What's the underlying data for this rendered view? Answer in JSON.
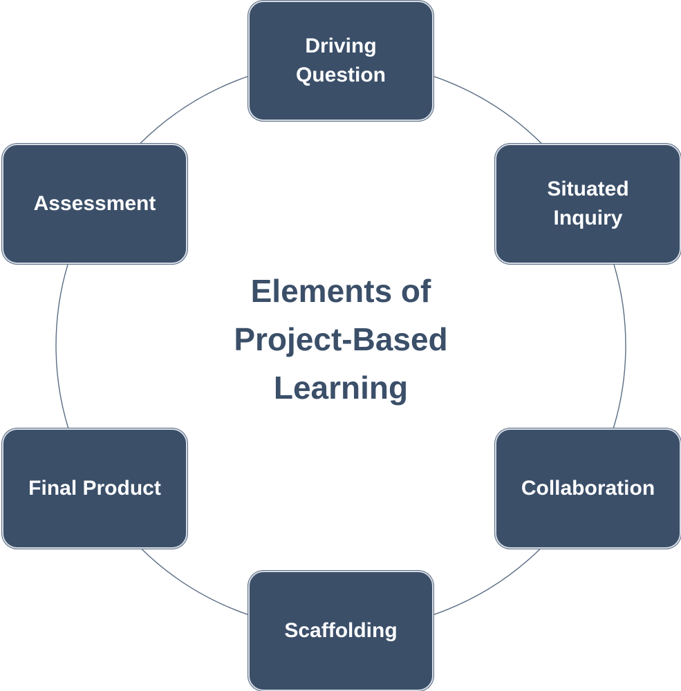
{
  "center_title": {
    "line1": "Elements of",
    "line2": "Project-Based",
    "line3": "Learning"
  },
  "elements": {
    "driving_question": {
      "line1": "Driving",
      "line2": "Question"
    },
    "situated_inquiry": {
      "line1": "Situated",
      "line2": "Inquiry"
    },
    "collaboration": {
      "label": "Collaboration"
    },
    "scaffolding": {
      "label": "Scaffolding"
    },
    "final_product": {
      "label": "Final Product"
    },
    "assessment": {
      "label": "Assessment"
    }
  },
  "colors": {
    "box_fill": "#3b4f69",
    "box_text": "#ffffff",
    "title_text": "#3b4f69",
    "ring_stroke": "#5a6c84"
  }
}
